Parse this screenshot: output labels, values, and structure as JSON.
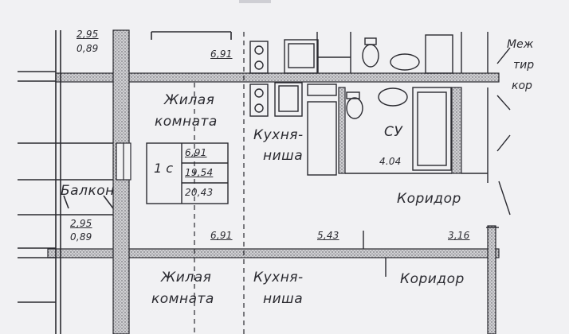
{
  "rooms": {
    "living_top_line1": "Жилая",
    "living_top_line2": "комната",
    "kitchen_top_line1": "Кухня-",
    "kitchen_top_line2": "ниша",
    "bath": "СУ",
    "bath_area": "4.04",
    "corridor_top": "Коридор",
    "balcony": "Балкон",
    "living_bottom_line1": "Жилая",
    "living_bottom_line2": "комната",
    "kitchen_bottom_line1": "Кухня-",
    "kitchen_bottom_line2": "ниша",
    "corridor_bottom": "Коридор",
    "interstorey_1": "Меж",
    "interstorey_2": "тир",
    "interstorey_3": "кор"
  },
  "dimensions": {
    "top_left_a": "2,95",
    "top_left_b": "0,89",
    "top_mid": "6,91",
    "mid_left_a": "2,95",
    "mid_left_b": "0,89",
    "mid_a": "6,91",
    "mid_b": "5,43",
    "mid_c": "3,16"
  },
  "apartment_box": {
    "type": "1 с",
    "living_area": "6,91",
    "total_living": "19,54",
    "total_area": "20,43"
  }
}
